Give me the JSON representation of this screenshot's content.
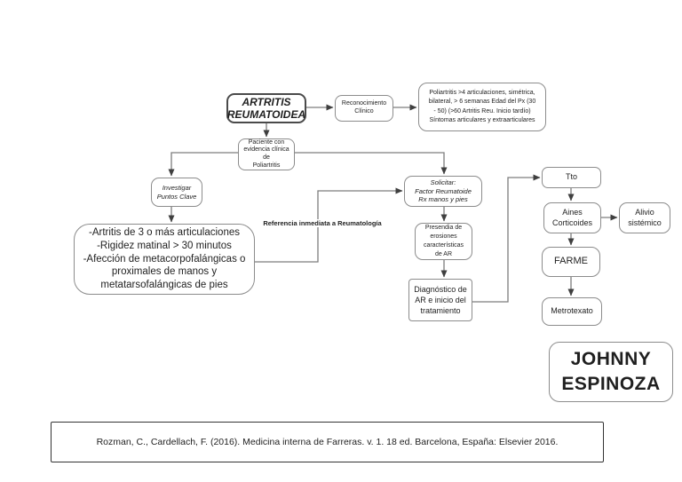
{
  "diagram": {
    "title_node": "ARTRITIS REUMATOIDEA",
    "nodes": {
      "artritis": {
        "text": "ARTRITIS\nREUMATOIDEA"
      },
      "reconocimiento": {
        "text": "Reconocimiento\nClínico"
      },
      "poliartritis_criteria": {
        "text": "Poliartritis >4 articulaciones, simétrica,\nbilateral, > 6 semanas  Edad del Px (30\n- 50) (>60 Artritis Reu. Inicio tardío)\nSíntomas articulares y extraarticulares"
      },
      "paciente": {
        "text": "Paciente con\nevidencia clínica de\nPoliartritis"
      },
      "investigar": {
        "text": "Investigar\nPuntos Clave"
      },
      "puntos_clave": {
        "text": "-Artritis de 3 o más articulaciones\n-Rigidez matinal > 30 minutos\n-Afección de metacorpofalángicas o\nproximales de manos y\nmetatarsofalángicas de pies"
      },
      "solicitar": {
        "text": "Solicitar:\nFactor Reumatoide\nRx manos y pies"
      },
      "presendia": {
        "text": "Presendia de\nerosiones\ncaracterísticas\nde AR"
      },
      "diagnostico": {
        "text": "Diagnóstico de\nAR e inicio del\ntratamiento"
      },
      "tto": {
        "text": "Tto"
      },
      "aines": {
        "text": "Aines\nCorticoides"
      },
      "alivio": {
        "text": "Alivio\nsistémico"
      },
      "farme": {
        "text": "FARME"
      },
      "metrotexato": {
        "text": "Metrotexato"
      }
    },
    "edge_labels": {
      "referencia": "Referencia inmediata a Reumatología"
    },
    "author_box": {
      "text": "JOHNNY\nESPINOZA"
    },
    "citation": {
      "text": "Rozman, C., Cardellach, F. (2016). Medicina interna de Farreras. v. 1. 18 ed. Barcelona, España: Elsevier 2016."
    },
    "colors": {
      "node_border": "#8c8c8c",
      "title_border": "#4a4a4a",
      "connector_line": "#7d7d7d",
      "arrowhead": "#3f3f3f",
      "text": "#1f1f1f",
      "background": "#ffffff"
    }
  }
}
